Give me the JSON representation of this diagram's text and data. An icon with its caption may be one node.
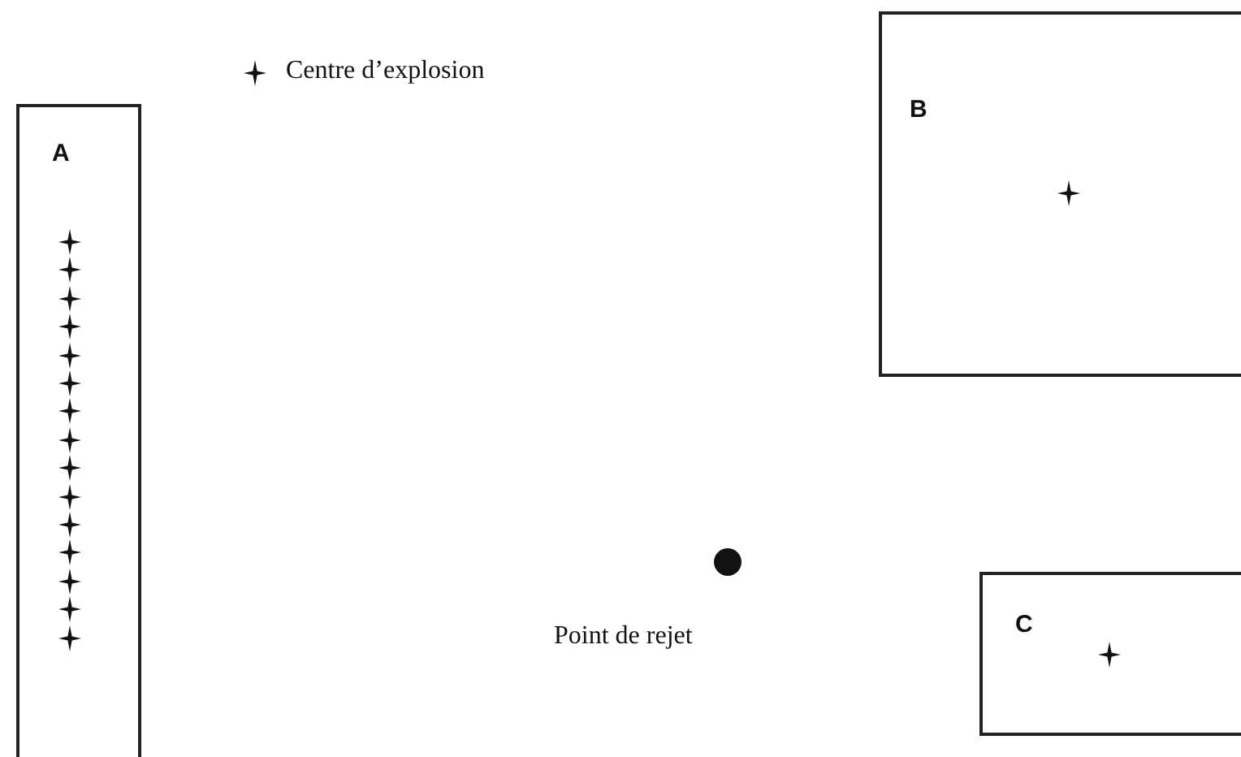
{
  "diagram": {
    "nodes": [
      {
        "text": [
          "A"
        ]
      },
      {
        "text": [
          "B"
        ]
      },
      {
        "text": [
          "C"
        ]
      }
    ],
    "labels": [
      "Point de rejet"
    ],
    "legend": [
      {
        "text": "Centre d’explosion"
      }
    ]
  }
}
